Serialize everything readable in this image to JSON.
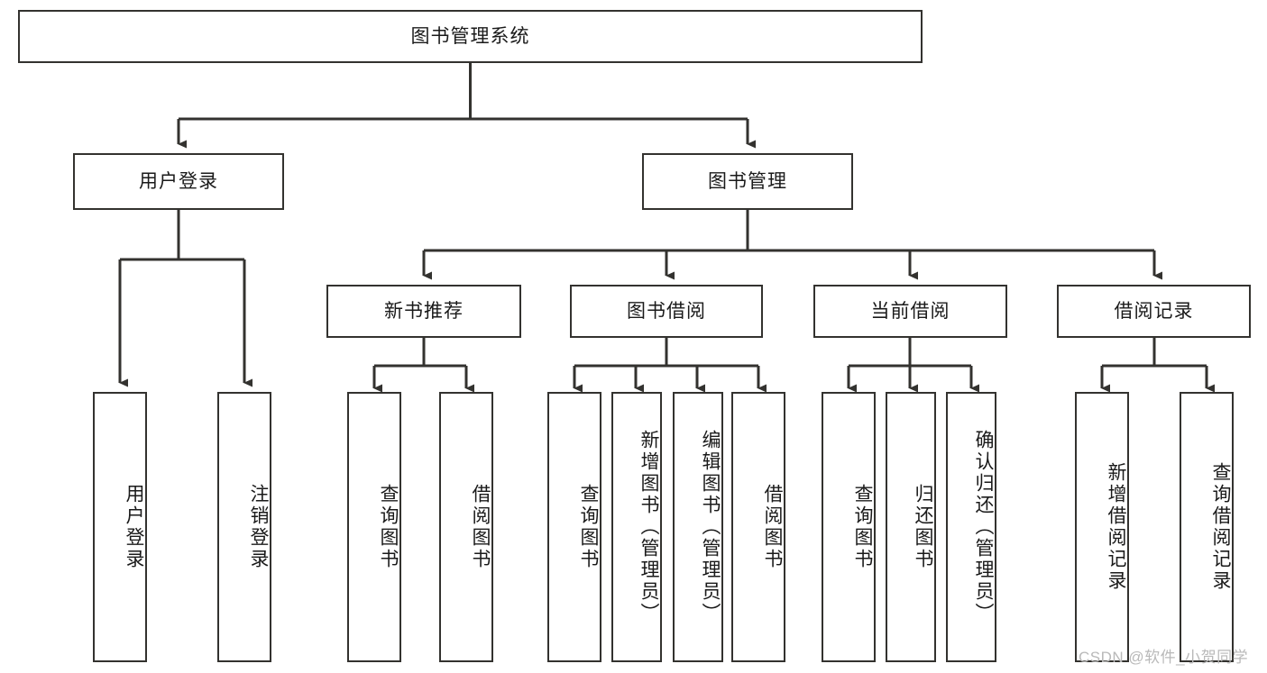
{
  "diagram": {
    "title": "图书管理系统",
    "type": "tree-hierarchy",
    "root": {
      "label": "图书管理系统"
    },
    "level1": [
      {
        "label": "用户登录"
      },
      {
        "label": "图书管理"
      }
    ],
    "level2": [
      {
        "label": "新书推荐"
      },
      {
        "label": "图书借阅"
      },
      {
        "label": "当前借阅"
      },
      {
        "label": "借阅记录"
      }
    ],
    "leaves": {
      "user_login": [
        {
          "label": "用户登录"
        },
        {
          "label": "注销登录"
        }
      ],
      "new_book_recommend": [
        {
          "label": "查询图书"
        },
        {
          "label": "借阅图书"
        }
      ],
      "book_borrow": [
        {
          "label": "查询图书"
        },
        {
          "label": "新增图书（管理员）"
        },
        {
          "label": "编辑图书（管理员）"
        },
        {
          "label": "借阅图书"
        }
      ],
      "current_borrow": [
        {
          "label": "查询图书"
        },
        {
          "label": "归还图书"
        },
        {
          "label": "确认归还（管理员）"
        }
      ],
      "borrow_record": [
        {
          "label": "新增借阅记录"
        },
        {
          "label": "查询借阅记录"
        }
      ]
    }
  },
  "watermark": {
    "text": "CSDN @软件_小贺同学"
  },
  "colors": {
    "border": "#33322f",
    "text": "#1a1a1a",
    "background": "#ffffff",
    "connector": "#33322f",
    "watermark": "#b9b9b9"
  }
}
